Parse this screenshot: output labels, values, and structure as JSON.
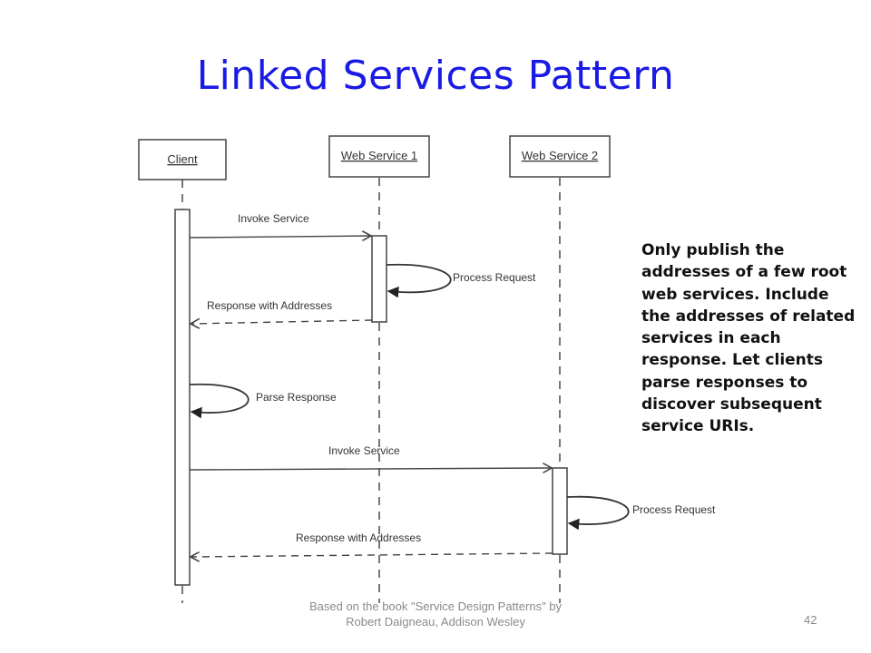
{
  "slide": {
    "title": "Linked Services Pattern",
    "note": "Only publish the addresses of a few root web services. Include the addresses of related services in each response. Let clients parse responses to discover subsequent service URIs.",
    "footer": "Based on the book \"Service Design Patterns\" by Robert Daigneau, Addison Wesley",
    "slide_number": "42"
  },
  "diagram": {
    "participants": [
      {
        "label": "Client"
      },
      {
        "label": "Web Service 1"
      },
      {
        "label": "Web Service 2"
      }
    ],
    "messages": [
      {
        "label": "Invoke Service"
      },
      {
        "label": "Process Request"
      },
      {
        "label": "Response with Addresses"
      },
      {
        "label": "Parse Response"
      },
      {
        "label": "Invoke Service"
      },
      {
        "label": "Process Request"
      },
      {
        "label": "Response with Addresses"
      }
    ]
  },
  "colors": {
    "title": "#1a1ae6",
    "diagram_line": "#444444",
    "footer_text": "#8a8a8a"
  }
}
